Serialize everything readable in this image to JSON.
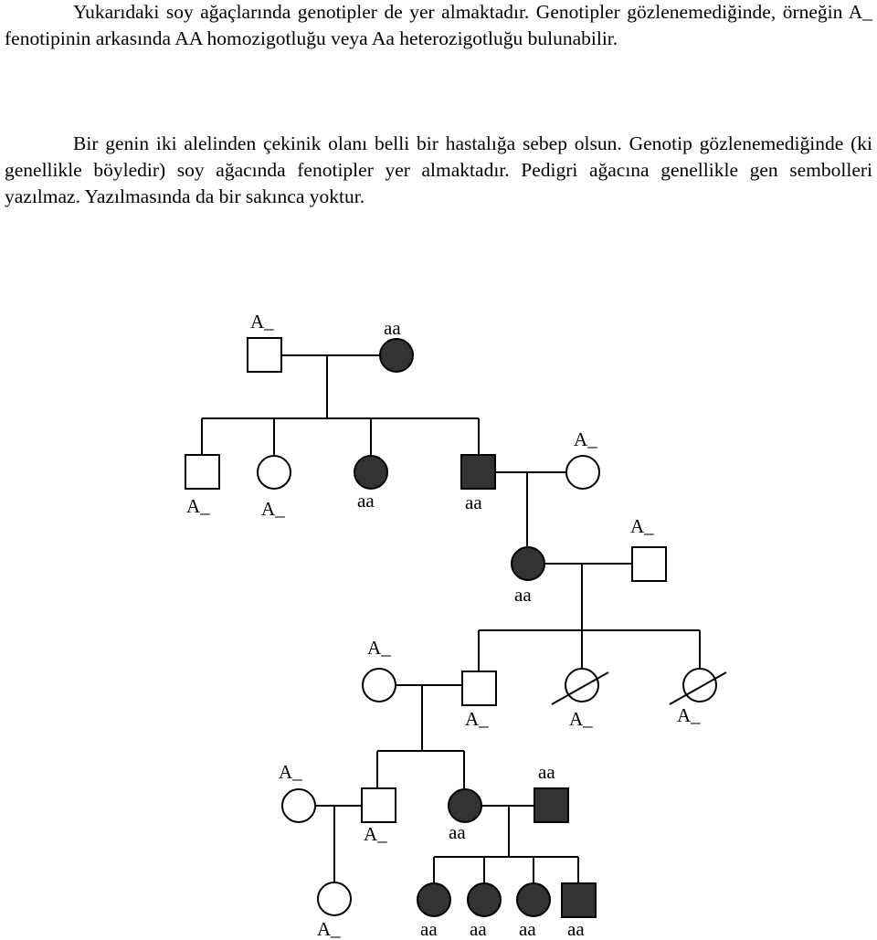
{
  "text": {
    "paragraph1": "Yukarıdaki soy ağaçlarında genotipler de yer almaktadır. Genotipler gözlenemediğinde, örneğin A_ fenotipinin arkasında AA homozigotluğu veya Aa heterozigotluğu bulunabilir.",
    "paragraph2": "Bir genin iki alelinden çekinik olanı belli bir hastalığa sebep olsun. Genotip gözlenemediğinde (ki genellikle böyledir) soy ağacında fenotipler yer almaktadır. Pedigri ağacına genellikle gen sembolleri yazılmaz. Yazılmasında da bir sakınca yoktur."
  },
  "pedigree": {
    "colors": {
      "affected": "#333333",
      "unaffected": "#ffffff",
      "line": "#000000"
    },
    "genotype_labels": {
      "g1_father": "A_",
      "g1_mother": "aa",
      "g2_son1": "A_",
      "g2_daughter1": "A_",
      "g2_daughter2": "aa",
      "g2_son2": "aa",
      "g2_wife": "A_",
      "g3_daughter": "aa",
      "g3_husband": "A_",
      "g4_wife": "A_",
      "g4_son": "A_",
      "g4_daughter_deceased1": "A_",
      "g4_daughter_deceased2": "A_",
      "g5_husband": "A_",
      "g5_son": "A_",
      "g5_daughter": "aa",
      "g5_son_affected": "aa",
      "g6_daughter": "A_",
      "g6_child1": "aa",
      "g6_child2": "aa",
      "g6_child3": "aa",
      "g6_child4": "aa"
    }
  }
}
